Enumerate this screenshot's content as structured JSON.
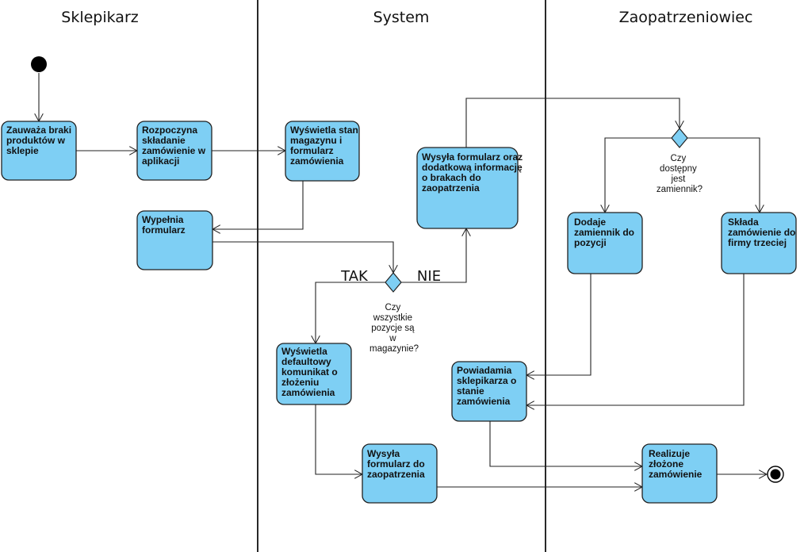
{
  "lanes": {
    "sklepikarz": "Sklepikarz",
    "system": "System",
    "zaopatrzeniowiec": "Zaopatrzeniowiec"
  },
  "nodes": {
    "zauwaza": [
      "Zauważa braki",
      "produktów w",
      "sklepie"
    ],
    "rozpoczyna": [
      "Rozpoczyna",
      "składanie",
      "zamówienie w",
      "aplikacji"
    ],
    "wyswietla_stan": [
      "Wyświetla stan",
      "magazynu i",
      "formularz",
      "zamówienia"
    ],
    "wypelnia": [
      "Wypełnia",
      "formularz"
    ],
    "wysyla_formularz_oraz": [
      "Wysyła formularz oraz",
      "dodatkową informację",
      "o brakach do",
      "zaopatrzenia"
    ],
    "wyswietla_default": [
      "Wyświetla",
      "defaultowy",
      "komunikat o",
      "złożeniu",
      "zamówienia"
    ],
    "wysyla_formularz_do": [
      "Wysyła",
      "formularz do",
      "zaopatrzenia"
    ],
    "powiadamia": [
      "Powiadamia",
      "sklepikarza o",
      "stanie",
      "zamówienia"
    ],
    "dodaje": [
      "Dodaje",
      "zamiennik do",
      "pozycji"
    ],
    "sklada": [
      "Składa",
      "zamówienie do",
      "firmy trzeciej"
    ],
    "realizuje": [
      "Realizuje",
      "złożone",
      "zamówienie"
    ]
  },
  "decisions": {
    "wszystkie": [
      "Czy",
      "wszystkie",
      "pozycje są",
      "w",
      "magazynie?"
    ],
    "zamiennik": [
      "Czy",
      "dostępny",
      "jest",
      "zamiennik?"
    ]
  },
  "branch_labels": {
    "tak": "TAK",
    "nie": "NIE"
  },
  "colors": {
    "node_fill": "#7ecff4",
    "stroke": "#222222",
    "start": "#000000"
  }
}
